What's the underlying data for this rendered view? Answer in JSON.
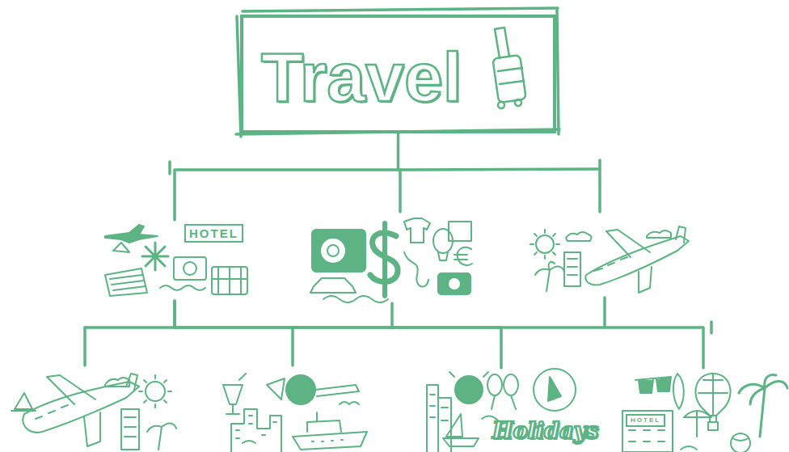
{
  "diagram": {
    "nodes": [
      {
        "text": [
          "Travel"
        ]
      },
      {
        "text": [
          "HOTEL"
        ]
      },
      {
        "text": [
          "Holidays"
        ]
      },
      {
        "text": [
          "HOTEL"
        ]
      }
    ],
    "edges": [
      {
        "from": 0,
        "to": 1,
        "arrow": "none"
      },
      {
        "from": 1,
        "to": 2,
        "arrow": "none"
      },
      {
        "from": 1,
        "to": 3,
        "arrow": "none"
      }
    ]
  }
}
